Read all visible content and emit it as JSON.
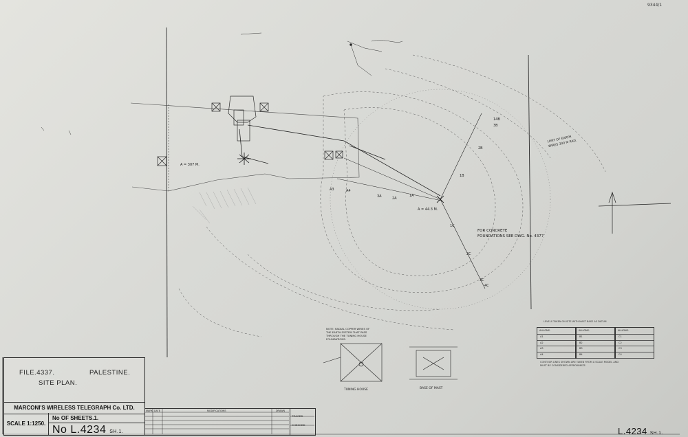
{
  "title_block": {
    "file": "FILE.4337.",
    "country": "PALESTINE.",
    "title": "SITE PLAN.",
    "company": "MARCONI'S WIRELESS TELEGRAPH Co. LTD.",
    "scale": "SCALE 1:1250.",
    "sheets": "No OF SHEETS.1.",
    "drawing_no": "No L.4234",
    "drawing_sheet": "SH.1."
  },
  "revisions": {
    "headers": [
      "MARK",
      "DATE",
      "MODIFICATIONS",
      "DRAWN"
    ],
    "checks": [
      "TRACED",
      "CHECKED"
    ]
  },
  "corner_ref": {
    "number": "L.4234",
    "sheet": "SH.1."
  },
  "notes": {
    "concrete": [
      "FOR CONCRETE",
      "FOUNDATIONS SEE DWG. No. 4377"
    ],
    "earth_limit": [
      "LIMIT OF EARTH",
      "WIRES 300 M RAD."
    ],
    "mast_base": "BASE OF MAST",
    "tuning_house": "TUNING HOUSE",
    "radial_note": [
      "NOTE: RADIAL COPPER WIRES OF",
      "THE EARTH SYSTEM THAT PASS",
      "THROUGH THE TUNING HOUSE",
      "FOUNDATIONS."
    ]
  },
  "plan_labels": {
    "distance_a": "A = 307 M.",
    "distance_b": "A = 44.3 M.",
    "radial_numbers": [
      "14B",
      "3B",
      "2B",
      "1B",
      "1C",
      "2C",
      "3C",
      "4C",
      "A3",
      "A4",
      "3A",
      "2A",
      "1A"
    ]
  },
  "levels": {
    "caption": "LEVELS TAKEN ON SITE WITH MAST BASE AS DATUM",
    "tables": [
      {
        "points": [
          "A1",
          "A2",
          "A3",
          "A4"
        ],
        "header": "ALLIGNS."
      },
      {
        "points": [
          "B1",
          "B2",
          "B3",
          "B4"
        ],
        "header": "ALLIGNS."
      },
      {
        "points": [
          "C1",
          "C2",
          "C3",
          "C4"
        ],
        "header": "ALLIGNS."
      }
    ],
    "footer": "CONTOUR LINES SHOWN ARE TAKEN FROM A SCALE MODEL AND MUST BE CONSIDERED APPROXIMATE."
  },
  "page_ref": "9344/1"
}
